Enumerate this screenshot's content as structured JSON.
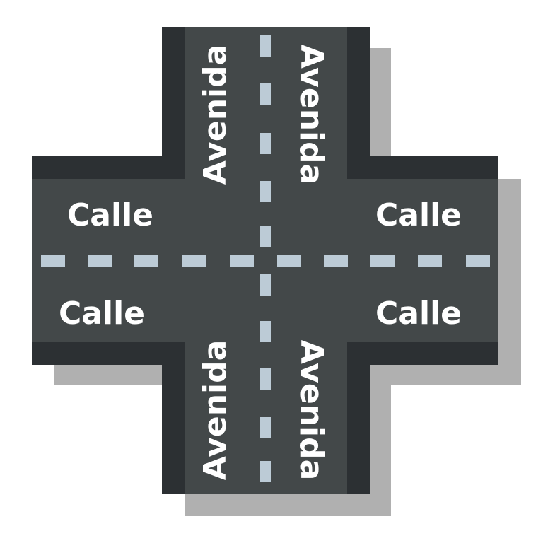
{
  "colors": {
    "road": "#434849",
    "curb": "#2c3033",
    "lane": "#bccbd6",
    "shadow": "#b0b0b0",
    "text": "#ffffff",
    "background": "#ffffff"
  },
  "labels": {
    "avenida_top_left": "Avenida",
    "avenida_top_right": "Avenida",
    "avenida_bottom_left": "Avenida",
    "avenida_bottom_right": "Avenida",
    "calle_top_left": "Calle",
    "calle_top_right": "Calle",
    "calle_bottom_left": "Calle",
    "calle_bottom_right": "Calle"
  }
}
